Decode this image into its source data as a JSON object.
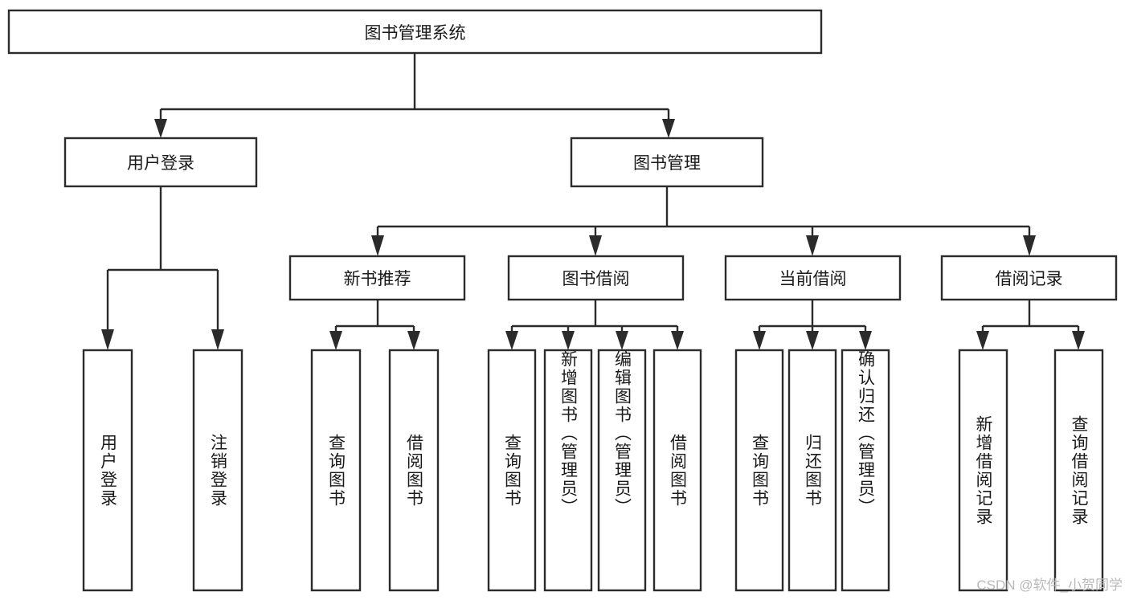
{
  "diagram": {
    "title": "图书管理系统",
    "type": "tree-hierarchy",
    "watermark": "CSDN @软件_小贺同学",
    "colors": {
      "background": "#ffffff",
      "stroke": "#2b2b2b",
      "text": "#1a1a1a",
      "watermark": "#b9b9b9"
    },
    "nodes": {
      "root": {
        "label": "图书管理系统",
        "level": 0,
        "orientation": "horizontal"
      },
      "l1": [
        {
          "id": "user-login",
          "label": "用户登录",
          "level": 1,
          "orientation": "horizontal"
        },
        {
          "id": "book-manage",
          "label": "图书管理",
          "level": 1,
          "orientation": "horizontal"
        }
      ],
      "l2": [
        {
          "id": "new-book-recommend",
          "label": "新书推荐",
          "level": 2,
          "orientation": "horizontal",
          "parent": "book-manage"
        },
        {
          "id": "book-borrow",
          "label": "图书借阅",
          "level": 2,
          "orientation": "horizontal",
          "parent": "book-manage"
        },
        {
          "id": "current-borrow",
          "label": "当前借阅",
          "level": 2,
          "orientation": "horizontal",
          "parent": "book-manage"
        },
        {
          "id": "borrow-record",
          "label": "借阅记录",
          "level": 2,
          "orientation": "horizontal",
          "parent": "book-manage"
        }
      ],
      "leaves": [
        {
          "id": "leaf-user-login",
          "label": "用户登录",
          "orientation": "vertical",
          "parent": "user-login"
        },
        {
          "id": "leaf-logout-login",
          "label": "注销登录",
          "orientation": "vertical",
          "parent": "user-login"
        },
        {
          "id": "leaf-query-book-1",
          "label": "查询图书",
          "orientation": "vertical",
          "parent": "new-book-recommend"
        },
        {
          "id": "leaf-borrow-book-1",
          "label": "借阅图书",
          "orientation": "vertical",
          "parent": "new-book-recommend"
        },
        {
          "id": "leaf-query-book-2",
          "label": "查询图书",
          "orientation": "vertical",
          "parent": "book-borrow"
        },
        {
          "id": "leaf-add-book",
          "label": "新增图书（管理员）",
          "orientation": "vertical",
          "parent": "book-borrow"
        },
        {
          "id": "leaf-edit-book",
          "label": "编辑图书（管理员）",
          "orientation": "vertical",
          "parent": "book-borrow"
        },
        {
          "id": "leaf-borrow-book-2",
          "label": "借阅图书",
          "orientation": "vertical",
          "parent": "book-borrow"
        },
        {
          "id": "leaf-query-book-3",
          "label": "查询图书",
          "orientation": "vertical",
          "parent": "current-borrow"
        },
        {
          "id": "leaf-return-book",
          "label": "归还图书",
          "orientation": "vertical",
          "parent": "current-borrow"
        },
        {
          "id": "leaf-confirm-return",
          "label": "确认归还（管理员）",
          "orientation": "vertical",
          "parent": "current-borrow"
        },
        {
          "id": "leaf-add-record",
          "label": "新增借阅记录",
          "orientation": "vertical",
          "parent": "borrow-record"
        },
        {
          "id": "leaf-query-record",
          "label": "查询借阅记录",
          "orientation": "vertical",
          "parent": "borrow-record"
        }
      ]
    }
  }
}
